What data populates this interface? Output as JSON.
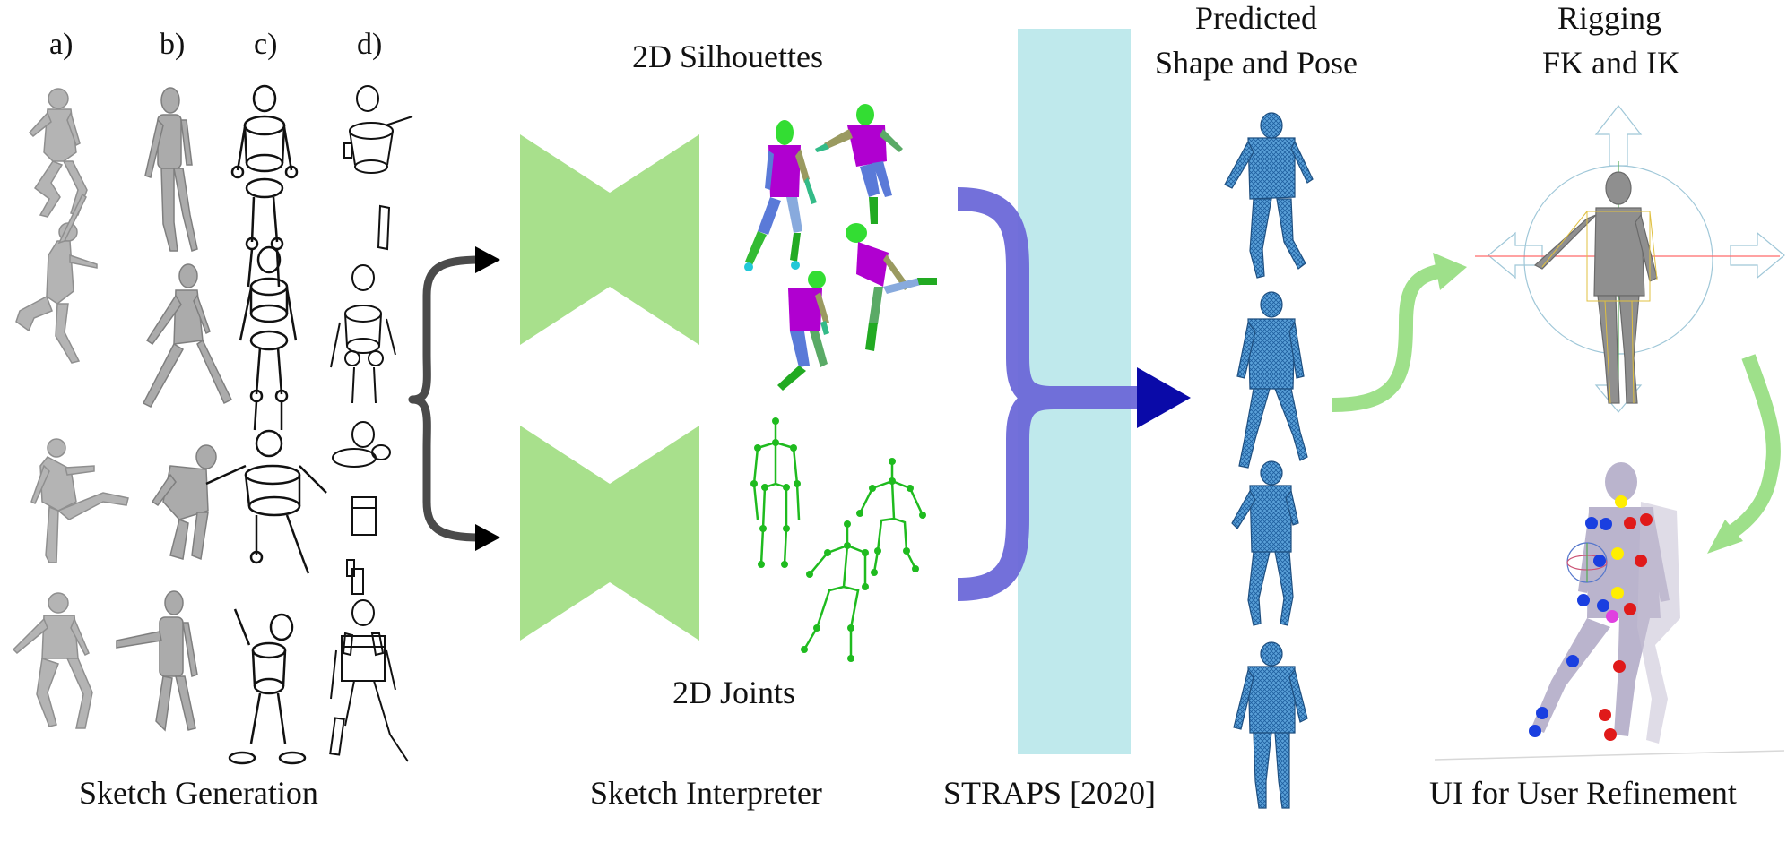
{
  "columns": [
    "a)",
    "b)",
    "c)",
    "d)"
  ],
  "labels": {
    "silhouettes": "2D Silhouettes",
    "joints": "2D Joints",
    "predicted_line1": "Predicted",
    "predicted_line2": "Shape and Pose",
    "rigging_line1": "Rigging",
    "rigging_line2": "FK and IK",
    "sketch_generation": "Sketch Generation",
    "sketch_interpreter": "Sketch Interpreter",
    "straps": "STRAPS [2020]",
    "ui_refinement": "UI for User Refinement"
  },
  "colors": {
    "network_green": "#a8e08c",
    "straps_cyan": "#bfe9ec",
    "bracket_blue": "#6b68d8",
    "arrow_navy": "#0a0aa8",
    "flow_green": "#9ee08a",
    "mesh_blue": "#3a86c8",
    "silhouette_purple": "#b000d0",
    "skeleton_green": "#22bb22"
  }
}
